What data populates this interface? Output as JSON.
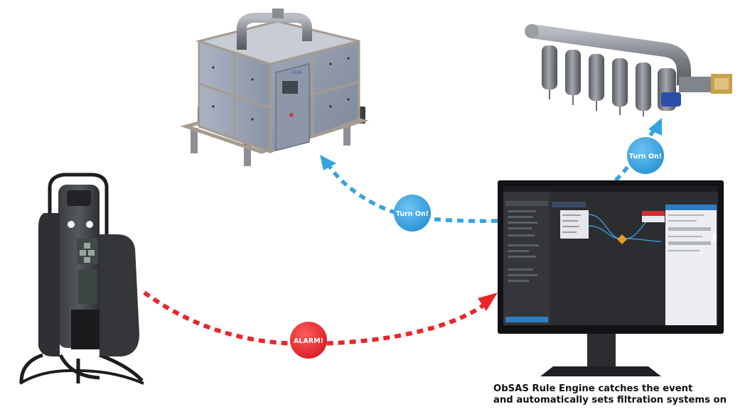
{
  "badges": {
    "alarm": "ALARM!",
    "turn_on_left": "Turn On!",
    "turn_on_right": "Turn On!"
  },
  "caption": {
    "line1": "ObSAS Rule Engine catches the event",
    "line2": "and automatically sets filtration systems on"
  },
  "colors": {
    "alarm": "#e8262a",
    "turn_on": "#36a3e0"
  },
  "icons": {
    "sensor": "laser-scanner-sensor-icon",
    "filter_box": "filtration-unit-box-icon",
    "filter_line": "filtration-line-icon",
    "monitor": "rule-engine-monitor-icon"
  }
}
